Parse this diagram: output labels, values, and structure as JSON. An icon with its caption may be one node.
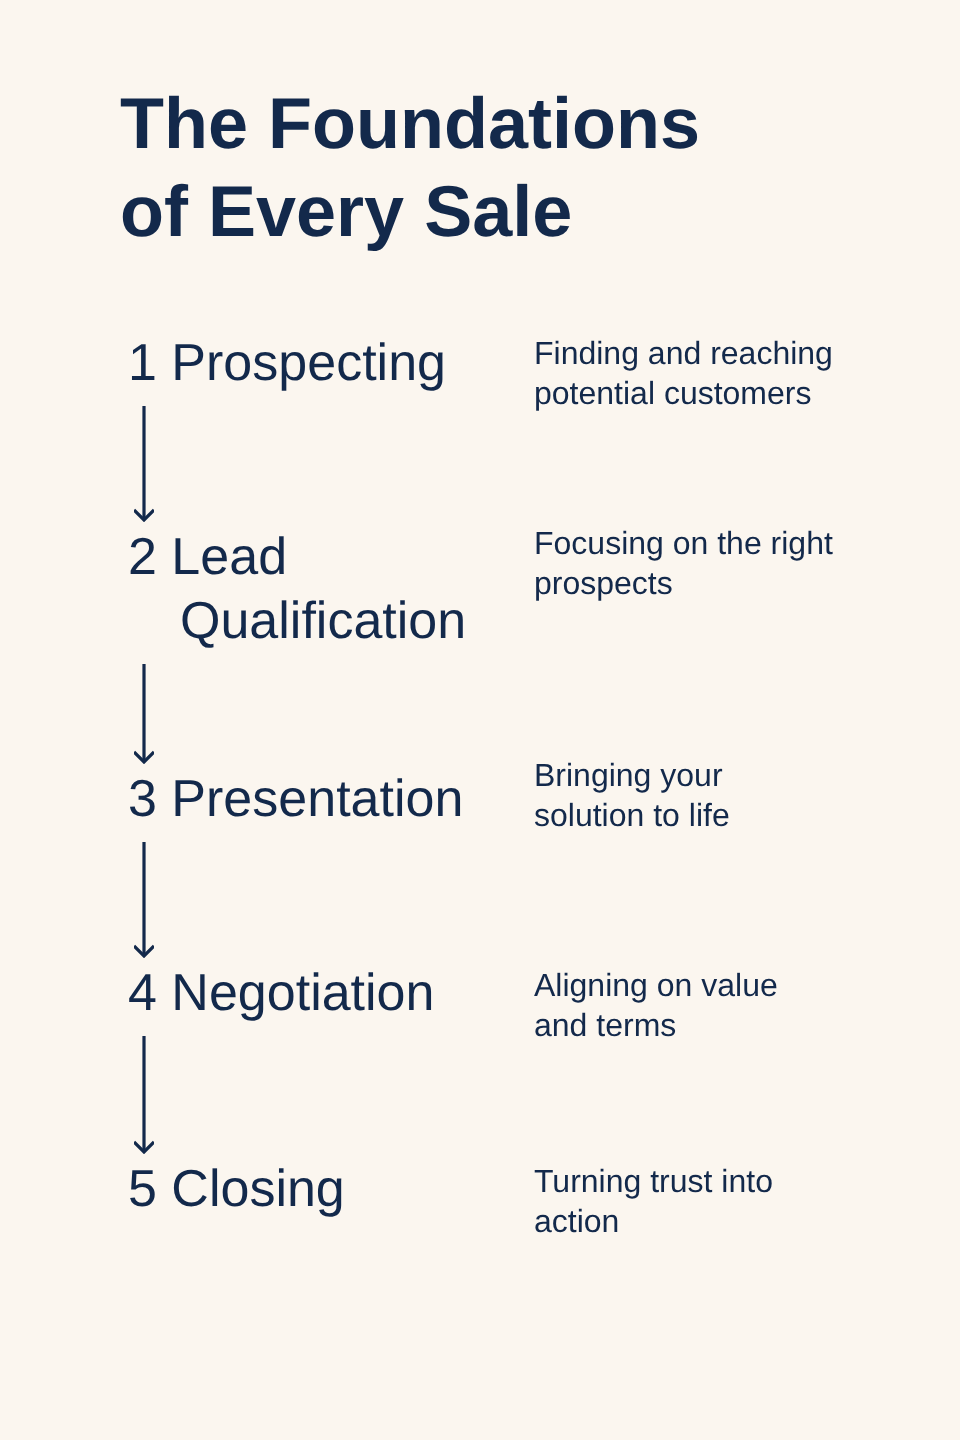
{
  "diagram": {
    "title": "The Foundations of Every Sale",
    "nodes": [
      {
        "text": [
          "1 Prospecting"
        ],
        "beside": [
          "Finding and reaching potential customers"
        ]
      },
      {
        "text": [
          "2 Lead Qualification"
        ],
        "beside": [
          "Focusing on the right prospects"
        ]
      },
      {
        "text": [
          "3 Presentation"
        ],
        "beside": [
          "Bringing your solution to life"
        ]
      },
      {
        "text": [
          "4 Negotiation"
        ],
        "beside": [
          "Aligning on value and terms"
        ]
      },
      {
        "text": [
          "5 Closing"
        ],
        "beside": [
          "Turning trust into action"
        ]
      }
    ],
    "edges": [
      {
        "from": 0,
        "to": 1,
        "arrow": "to"
      },
      {
        "from": 1,
        "to": 2,
        "arrow": "to"
      },
      {
        "from": 2,
        "to": 3,
        "arrow": "to"
      },
      {
        "from": 3,
        "to": 4,
        "arrow": "to"
      }
    ]
  }
}
